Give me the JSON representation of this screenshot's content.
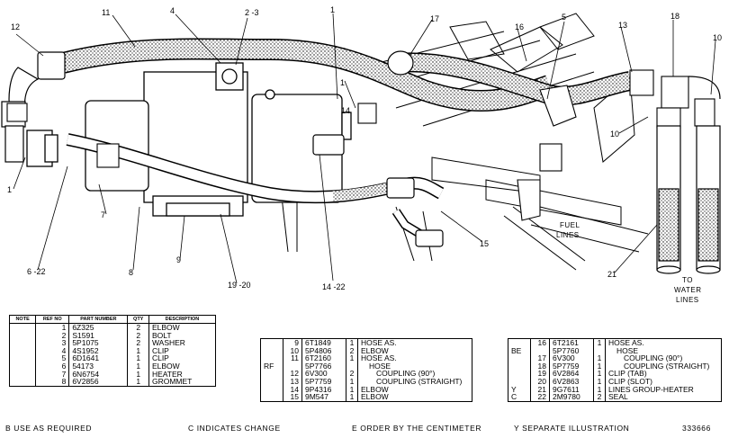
{
  "callouts": [
    "11",
    "4",
    "2 -3",
    "1",
    "17",
    "16",
    "5",
    "13",
    "18",
    "10",
    "12",
    "1",
    "14",
    "10",
    "1",
    "7",
    "8",
    "9",
    "19 -20",
    "14 -22",
    "6 -22",
    "15",
    "21"
  ],
  "notes": {
    "fuel_lines": [
      "FUEL",
      "LINES"
    ],
    "to_water_lines": [
      "TO",
      "WATER",
      "LINES"
    ]
  },
  "table1": {
    "headers": [
      "NOTE",
      "REF NO",
      "PART NUMBER",
      "QTY",
      "DESCRIPTION"
    ],
    "rows": [
      {
        "note": "",
        "ref": "1",
        "part": "6Z325",
        "qty": "2",
        "desc": "ELBOW"
      },
      {
        "note": "",
        "ref": "2",
        "part": "S1591",
        "qty": "2",
        "desc": "BOLT"
      },
      {
        "note": "",
        "ref": "3",
        "part": "5P1075",
        "qty": "2",
        "desc": "WASHER"
      },
      {
        "note": "",
        "ref": "4",
        "part": "4S1952",
        "qty": "1",
        "desc": "CLIP"
      },
      {
        "note": "",
        "ref": "5",
        "part": "6D1641",
        "qty": "1",
        "desc": "CLIP"
      },
      {
        "note": "",
        "ref": "6",
        "part": "54173",
        "qty": "1",
        "desc": "ELBOW"
      },
      {
        "note": "",
        "ref": "7",
        "part": "6N6754",
        "qty": "1",
        "desc": "HEATER"
      },
      {
        "note": "",
        "ref": "8",
        "part": "6V2856",
        "qty": "1",
        "desc": "GROMMET"
      }
    ]
  },
  "table2": {
    "rows": [
      {
        "note": "",
        "ref": "9",
        "part": "6T1849",
        "qty": "1",
        "desc": "HOSE AS."
      },
      {
        "note": "",
        "ref": "10",
        "part": "5P4806",
        "qty": "2",
        "desc": "ELBOW"
      },
      {
        "note": "",
        "ref": "11",
        "part": "6T2160",
        "qty": "1",
        "desc": "HOSE AS."
      },
      {
        "note": "RF",
        "ref": "",
        "part": "5P7766",
        "qty": "",
        "desc": "HOSE"
      },
      {
        "note": "",
        "ref": "12",
        "part": "6V300",
        "qty": "2",
        "desc": "COUPLING (90°)"
      },
      {
        "note": "",
        "ref": "13",
        "part": "5P7759",
        "qty": "1",
        "desc": "COUPLING (STRAIGHT)"
      },
      {
        "note": "",
        "ref": "14",
        "part": "9P4316",
        "qty": "1",
        "desc": "ELBOW"
      },
      {
        "note": "",
        "ref": "15",
        "part": "9M547",
        "qty": "1",
        "desc": "ELBOW"
      }
    ]
  },
  "table3": {
    "rows": [
      {
        "note": "",
        "ref": "16",
        "part": "6T2161",
        "qty": "1",
        "desc": "HOSE AS."
      },
      {
        "note": "BE",
        "ref": "",
        "part": "5P7760",
        "qty": "",
        "desc": "HOSE"
      },
      {
        "note": "",
        "ref": "17",
        "part": "6V300",
        "qty": "1",
        "desc": "COUPLING (90°)"
      },
      {
        "note": "",
        "ref": "18",
        "part": "5P7759",
        "qty": "1",
        "desc": "COUPLING (STRAIGHT)"
      },
      {
        "note": "",
        "ref": "19",
        "part": "6V2864",
        "qty": "1",
        "desc": "CLIP (TAB)"
      },
      {
        "note": "",
        "ref": "20",
        "part": "6V2863",
        "qty": "1",
        "desc": "CLIP (SLOT)"
      },
      {
        "note": "Y",
        "ref": "21",
        "part": "9G7611",
        "qty": "1",
        "desc": "LINES GROUP-HEATER"
      },
      {
        "note": "C",
        "ref": "22",
        "part": "2M9780",
        "qty": "2",
        "desc": "SEAL"
      }
    ]
  },
  "footer": {
    "b_note": "B    USE AS REQUIRED",
    "c_note": "C    INDICATES CHANGE",
    "e_note": "E    ORDER BY THE CENTIMETER",
    "y_note": "Y    SEPARATE ILLUSTRATION",
    "illustration_no": "333666"
  }
}
